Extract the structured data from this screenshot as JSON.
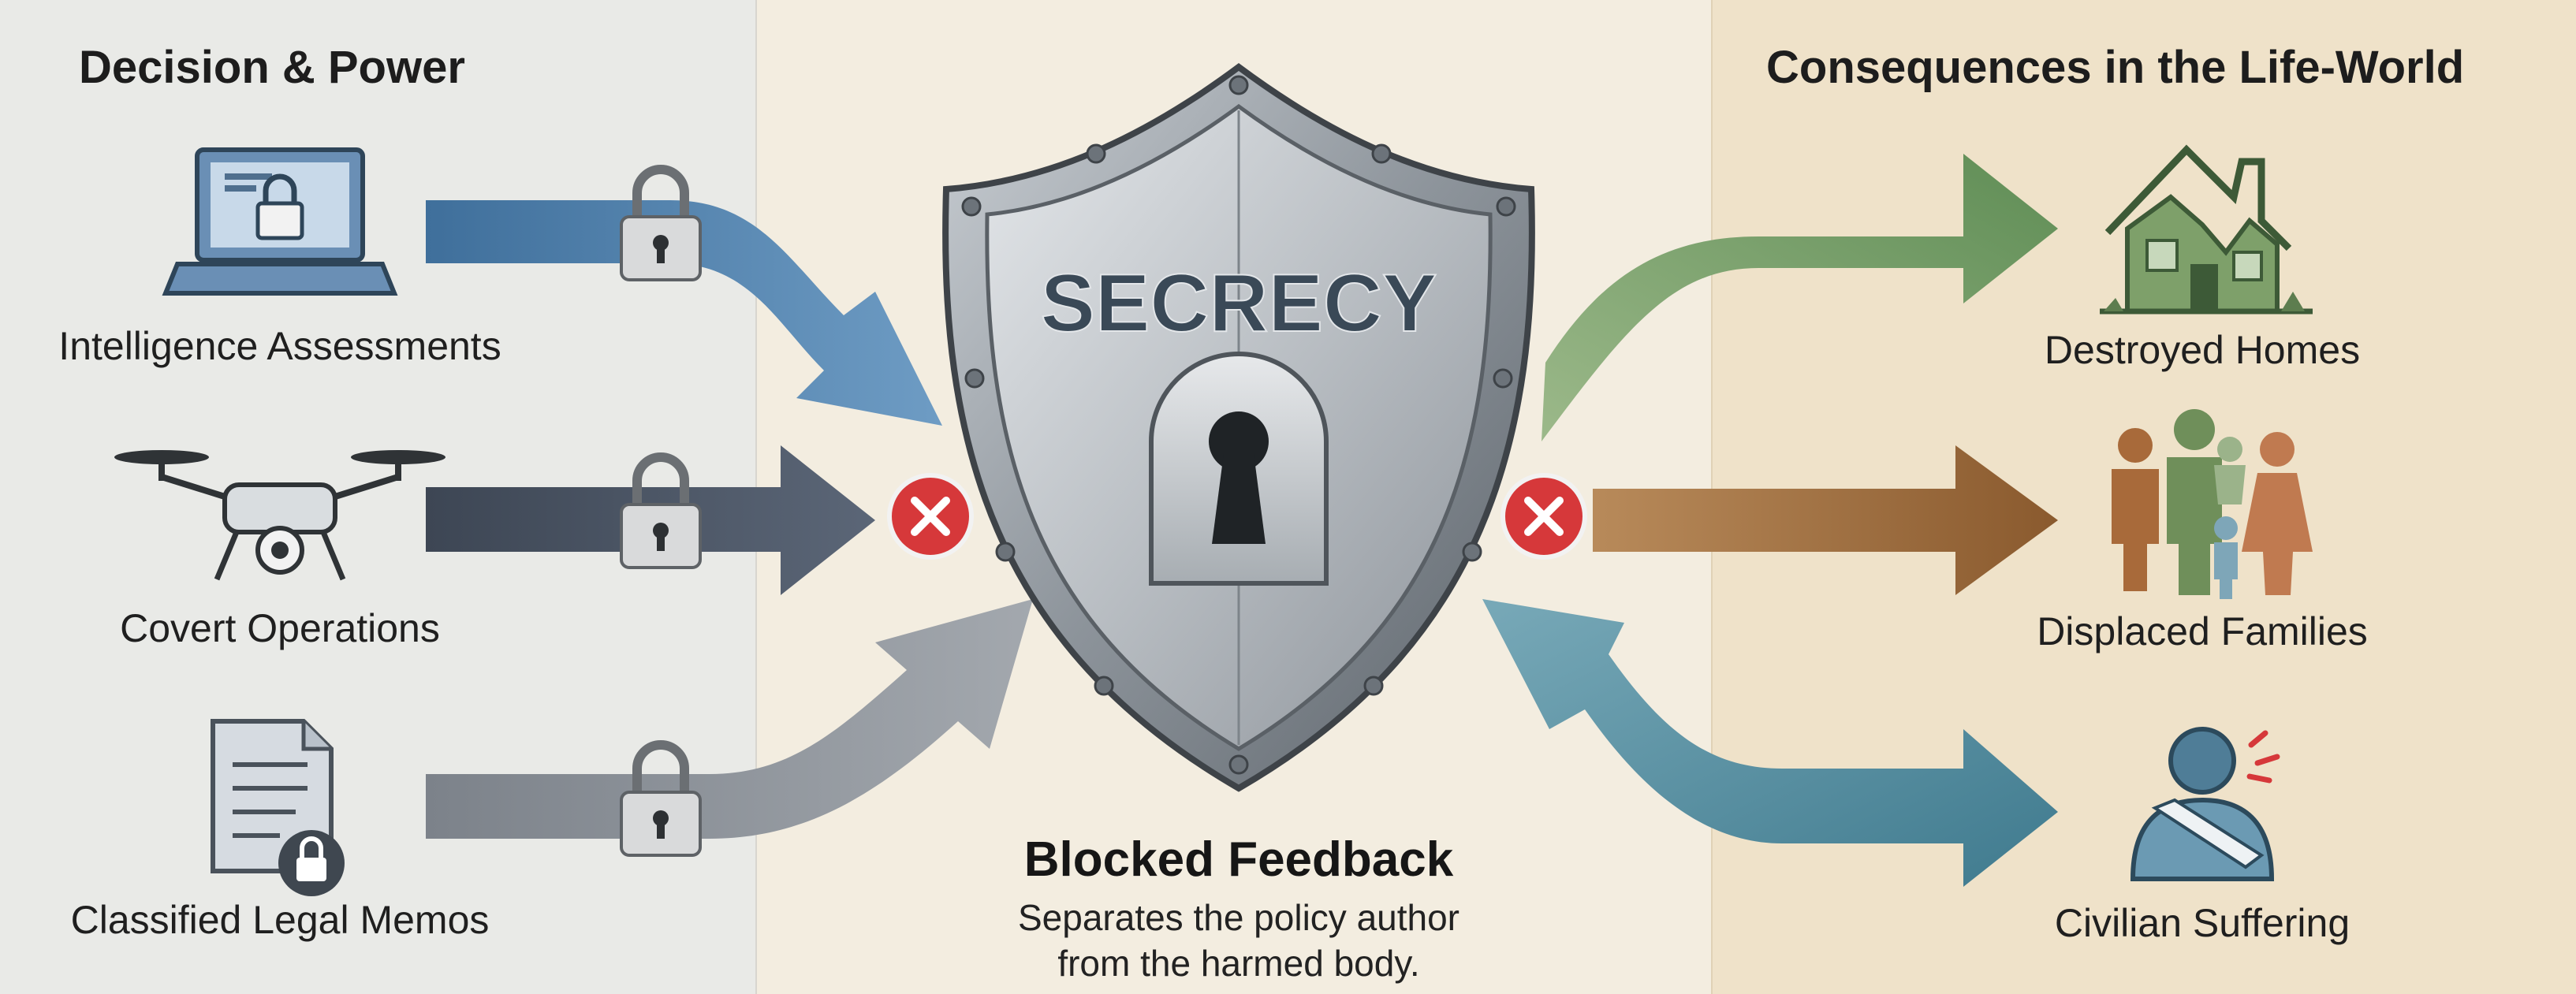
{
  "left_panel": {
    "heading": "Decision & Power",
    "items": [
      {
        "label": "Intelligence Assessments",
        "icon": "laptop-lock-icon"
      },
      {
        "label": "Covert Operations",
        "icon": "drone-icon"
      },
      {
        "label": "Classified Legal Memos",
        "icon": "document-lock-icon"
      }
    ]
  },
  "center": {
    "shield_text": "SECRECY",
    "title": "Blocked Feedback",
    "subtitle_line1": "Separates the policy author",
    "subtitle_line2": "from the harmed body."
  },
  "right_panel": {
    "heading": "Consequences in the Life-World",
    "items": [
      {
        "label": "Destroyed Homes",
        "icon": "destroyed-house-icon"
      },
      {
        "label": "Displaced Families",
        "icon": "family-icon"
      },
      {
        "label": "Civilian Suffering",
        "icon": "injured-person-icon"
      }
    ]
  },
  "colors": {
    "arrow_blue": "#4f7fa9",
    "arrow_slate": "#4d5868",
    "arrow_gray": "#8a9096",
    "arrow_green": "#6f9a63",
    "arrow_brown": "#9a6a3c",
    "arrow_teal": "#4f8a9c",
    "blocked_red": "#d6383a",
    "shield_steel": "#9aa1a8"
  }
}
